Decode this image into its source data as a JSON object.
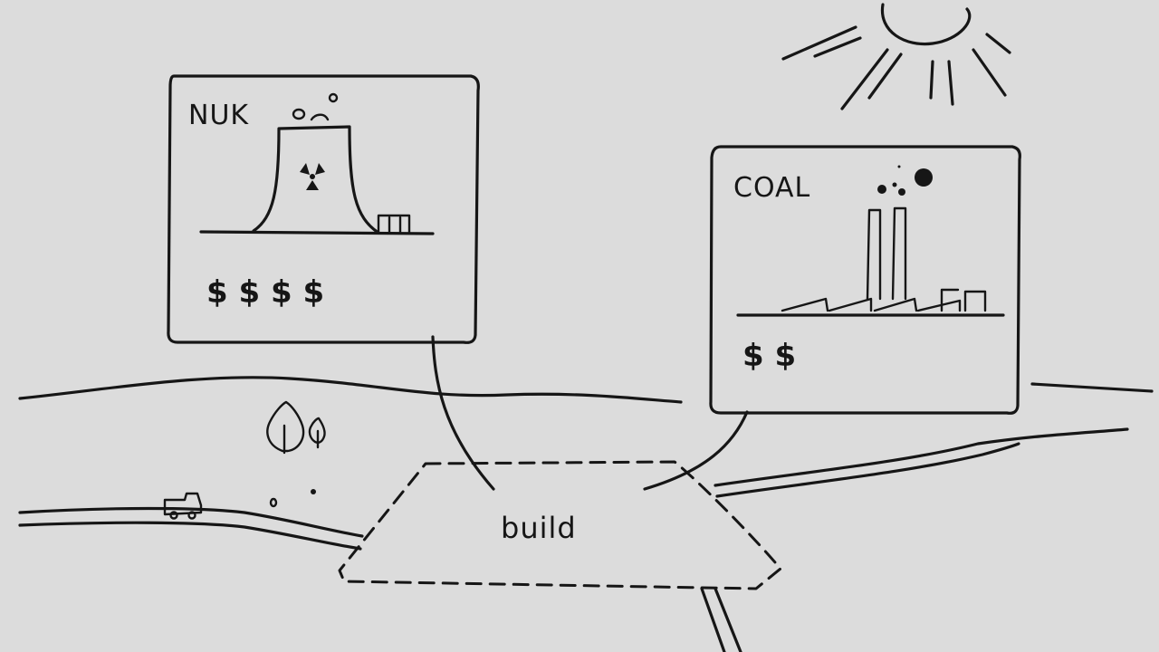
{
  "options": [
    {
      "id": "nuclear",
      "label": "NUK",
      "cost": "$ $ $ $",
      "icon": "nuclear-plant-icon"
    },
    {
      "id": "coal",
      "label": "COAL",
      "cost": "$ $",
      "icon": "coal-plant-icon"
    }
  ],
  "build_zone": {
    "label": "build"
  },
  "colors": {
    "background": "#dcdcdc",
    "ink": "#161616"
  }
}
